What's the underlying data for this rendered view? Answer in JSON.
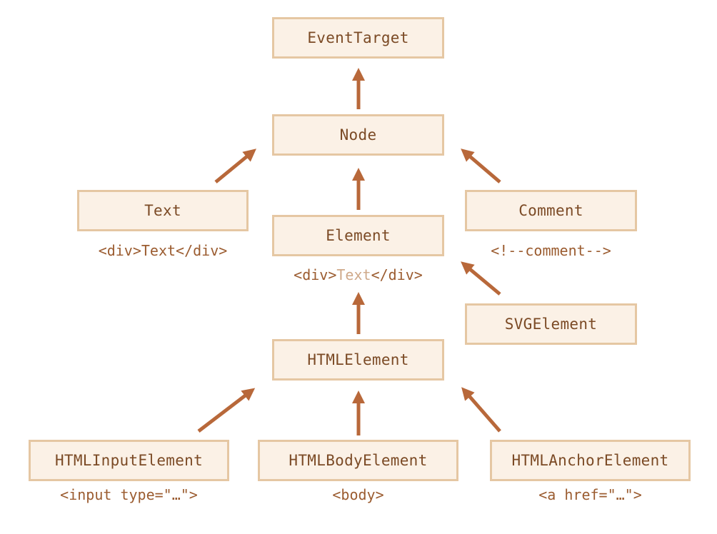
{
  "colors": {
    "box_fill": "#fbf1e6",
    "box_border": "#e5c7a3",
    "box_text": "#7b4a25",
    "caption_text": "#9b5c30",
    "caption_muted": "#cfa98a",
    "arrow": "#b8683a"
  },
  "nodes": {
    "event_target": "EventTarget",
    "node": "Node",
    "text": "Text",
    "comment": "Comment",
    "element": "Element",
    "svg_element": "SVGElement",
    "html_element": "HTMLElement",
    "html_input_element": "HTMLInputElement",
    "html_body_element": "HTMLBodyElement",
    "html_anchor_element": "HTMLAnchorElement"
  },
  "captions": {
    "text": "<div>Text</div>",
    "comment": "<!--comment-->",
    "element_open": "<div>",
    "element_inner": "Text",
    "element_close": "</div>",
    "html_input_element": "<input type=\"…\">",
    "html_body_element": "<body>",
    "html_anchor_element": "<a href=\"…\">"
  }
}
